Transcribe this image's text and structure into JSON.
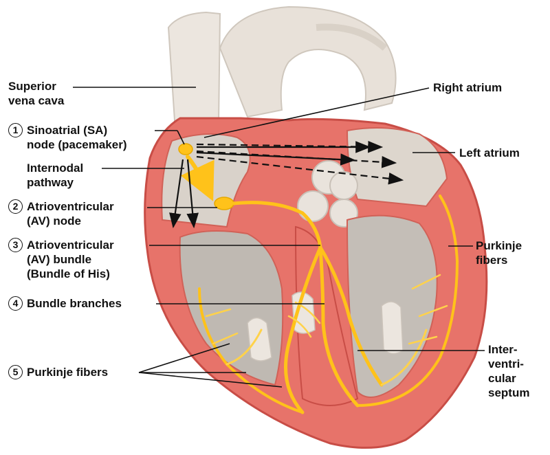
{
  "colors": {
    "myocardium": "#e7736a",
    "myocardium_dark": "#c84d46",
    "chamber": "#c6c1bb",
    "great_vessels": "#ece6df",
    "conduction": "#ffc21a",
    "conduction_light": "#ffe27a",
    "leader_line": "#111111"
  },
  "labels": {
    "superior_vena_cava": [
      "Superior",
      "vena cava"
    ],
    "sa_node": {
      "number": "1",
      "lines": [
        "Sinoatrial (SA)",
        "node (pacemaker)"
      ]
    },
    "internodal_pathway": [
      "Internodal",
      "pathway"
    ],
    "av_node": {
      "number": "2",
      "lines": [
        "Atrioventricular",
        "(AV) node"
      ]
    },
    "av_bundle": {
      "number": "3",
      "lines": [
        "Atrioventricular",
        "(AV) bundle",
        "(Bundle of His)"
      ]
    },
    "bundle_branches": {
      "number": "4",
      "lines": [
        "Bundle branches"
      ]
    },
    "purkinje_left": {
      "number": "5",
      "lines": [
        "Purkinje fibers"
      ]
    },
    "right_atrium": [
      "Right atrium"
    ],
    "left_atrium": [
      "Left atrium"
    ],
    "purkinje_right": [
      "Purkinje",
      "fibers"
    ],
    "interventricular_septum": [
      "Inter-",
      "ventri-",
      "cular",
      "septum"
    ]
  }
}
